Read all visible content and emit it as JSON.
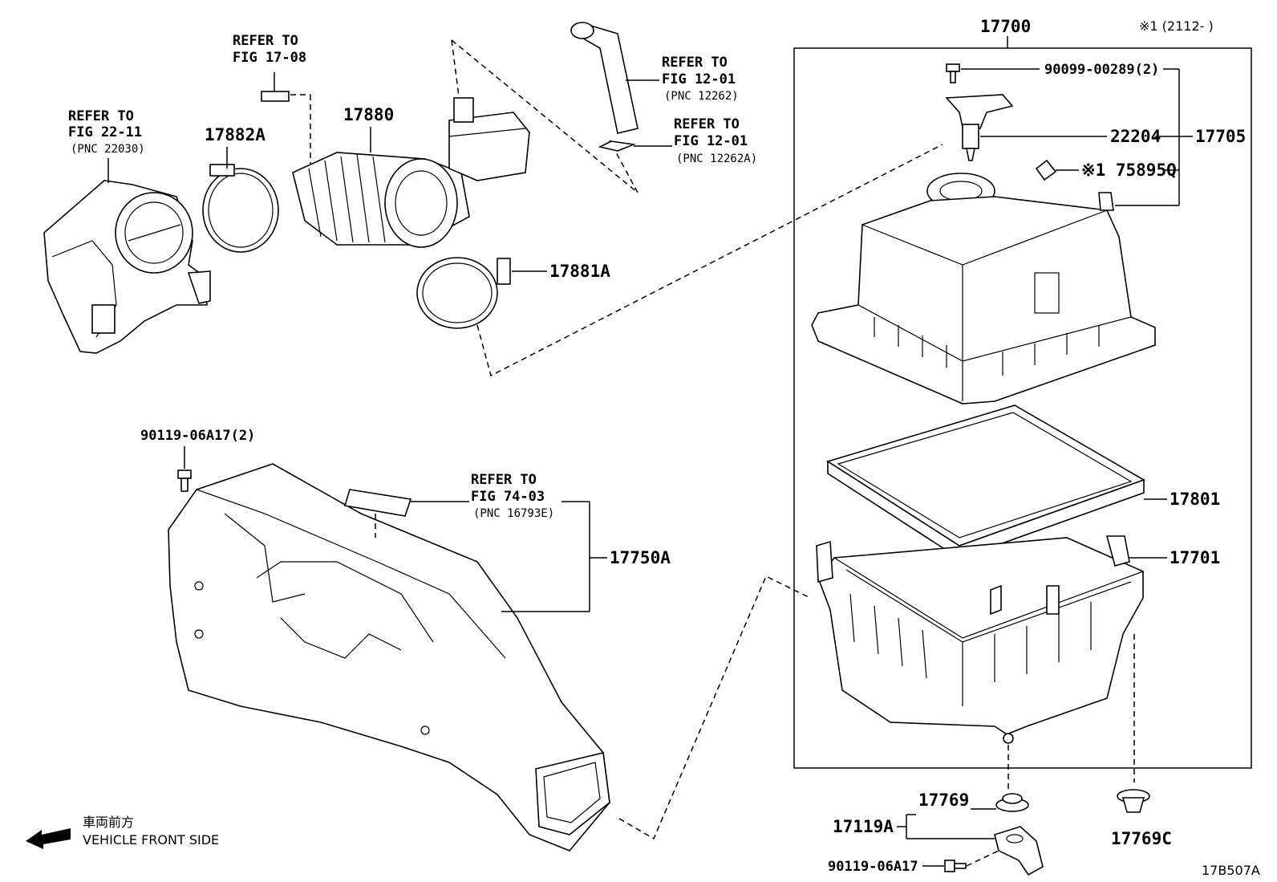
{
  "diagram_code": "17B507A",
  "note_top_right": "※1 (2112-     )",
  "front_side": {
    "jp": "車両前方",
    "en": "VEHICLE FRONT SIDE"
  },
  "refs": {
    "r1708": {
      "a": "REFER TO",
      "b": "FIG 17-08"
    },
    "r2211": {
      "a": "REFER TO",
      "b": "FIG 22-11",
      "c": "(PNC 22030)"
    },
    "r1201a": {
      "a": "REFER TO",
      "b": "FIG 12-01",
      "c": "(PNC 12262)"
    },
    "r1201b": {
      "a": "REFER TO",
      "b": "FIG 12-01",
      "c": "(PNC 12262A)"
    },
    "r7403": {
      "a": "REFER TO",
      "b": "FIG 74-03",
      "c": "(PNC 16793E)"
    }
  },
  "parts": {
    "p17700": "17700",
    "p90099": "90099-00289(2)",
    "p22204": "22204",
    "p17705": "17705",
    "p75895": "※1 75895Q",
    "p17801": "17801",
    "p17701": "17701",
    "p17880": "17880",
    "p17882A": "17882A",
    "p17881A": "17881A",
    "p90119a": "90119-06A17(2)",
    "p17750A": "17750A",
    "p17769": "17769",
    "p17119A": "17119A",
    "p90119b": "90119-06A17",
    "p17769C": "17769C"
  }
}
